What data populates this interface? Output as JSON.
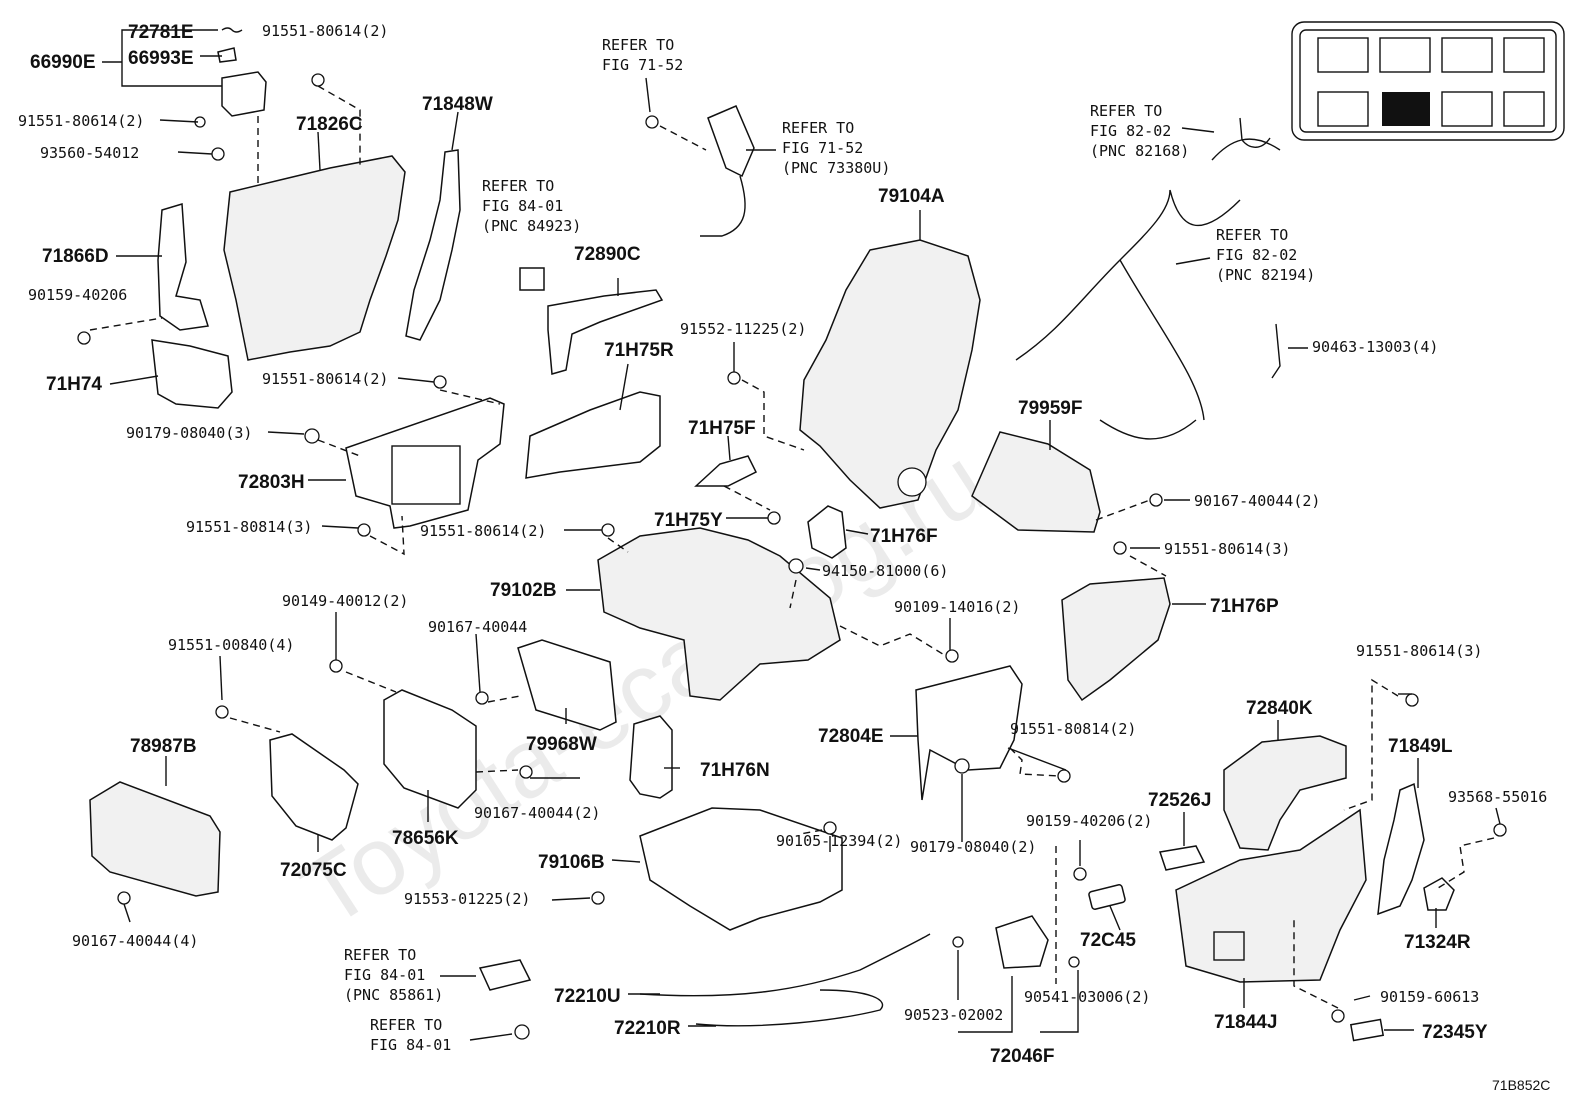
{
  "watermark": "Toyota-ecatalog.ru",
  "figure_code": "71B852C",
  "callouts": {
    "p72781E": "72781E",
    "p66993E": "66993E",
    "p66990E": "66990E",
    "b91551_80614_2_top": "91551-80614(2)",
    "b91551_80614_2_left": "91551-80614(2)",
    "b93560_54012": "93560-54012",
    "p71826C": "71826C",
    "p71848W": "71848W",
    "p71866D": "71866D",
    "b90159_40206": "90159-40206",
    "p71H74": "71H74",
    "b91551_80614_2_mid": "91551-80614(2)",
    "b90179_08040_3": "90179-08040(3)",
    "p72803H": "72803H",
    "b91551_80814_3": "91551-80814(3)",
    "b91551_80614_2_seat": "91551-80614(2)",
    "p79102B": "79102B",
    "b90149_40012_2": "90149-40012(2)",
    "b91551_00840_4": "91551-00840(4)",
    "b90167_40044": "90167-40044",
    "p78987B": "78987B",
    "p72075C": "72075C",
    "p78656K": "78656K",
    "p79968W": "79968W",
    "b90167_40044_2_mid": "90167-40044(2)",
    "b90167_40044_4": "90167-40044(4)",
    "p71H76N": "71H76N",
    "p79106B": "79106B",
    "b91553_01225_2": "91553-01225(2)",
    "b90105_12394_2": "90105-12394(2)",
    "p72210U": "72210U",
    "p72210R": "72210R",
    "p72890C": "72890C",
    "p71H75R": "71H75R",
    "b91552_11225_2": "91552-11225(2)",
    "p71H75F": "71H75F",
    "p71H75Y": "71H75Y",
    "p71H76F": "71H76F",
    "b94150_81000_6": "94150-81000(6)",
    "p79104A": "79104A",
    "b90109_14016_2": "90109-14016(2)",
    "p72804E": "72804E",
    "b91551_80814_2": "91551-80814(2)",
    "b90179_08040_2": "90179-08040(2)",
    "b90159_40206_2": "90159-40206(2)",
    "p72C45": "72C45",
    "b90523_02002": "90523-02002",
    "b90541_03006_2": "90541-03006(2)",
    "p72046F": "72046F",
    "p79959F": "79959F",
    "b90463_13003_4": "90463-13003(4)",
    "b90167_40044_2_right": "90167-40044(2)",
    "b91551_80614_3_upper": "91551-80614(3)",
    "p71H76P": "71H76P",
    "b91551_80614_3_lower": "91551-80614(3)",
    "p72840K": "72840K",
    "p71849L": "71849L",
    "b93568_55016": "93568-55016",
    "p72526J": "72526J",
    "p71324R": "71324R",
    "b90159_60613": "90159-60613",
    "p71844J": "71844J",
    "p72345Y": "72345Y"
  },
  "references": {
    "r71_52_a": [
      "REFER TO",
      "FIG 71-52"
    ],
    "r71_52_b": [
      "REFER TO",
      "FIG 71-52",
      "(PNC 73380U)"
    ],
    "r84_01_a": [
      "REFER TO",
      "FIG 84-01",
      "(PNC 84923)"
    ],
    "r82_02_a": [
      "REFER TO",
      "FIG 82-02",
      "(PNC 82168)"
    ],
    "r82_02_b": [
      "REFER TO",
      "FIG 82-02",
      "(PNC 82194)"
    ],
    "r84_01_b": [
      "REFER TO",
      "FIG 84-01",
      "(PNC 85861)"
    ],
    "r84_01_c": [
      "REFER TO",
      "FIG 84-01"
    ]
  }
}
